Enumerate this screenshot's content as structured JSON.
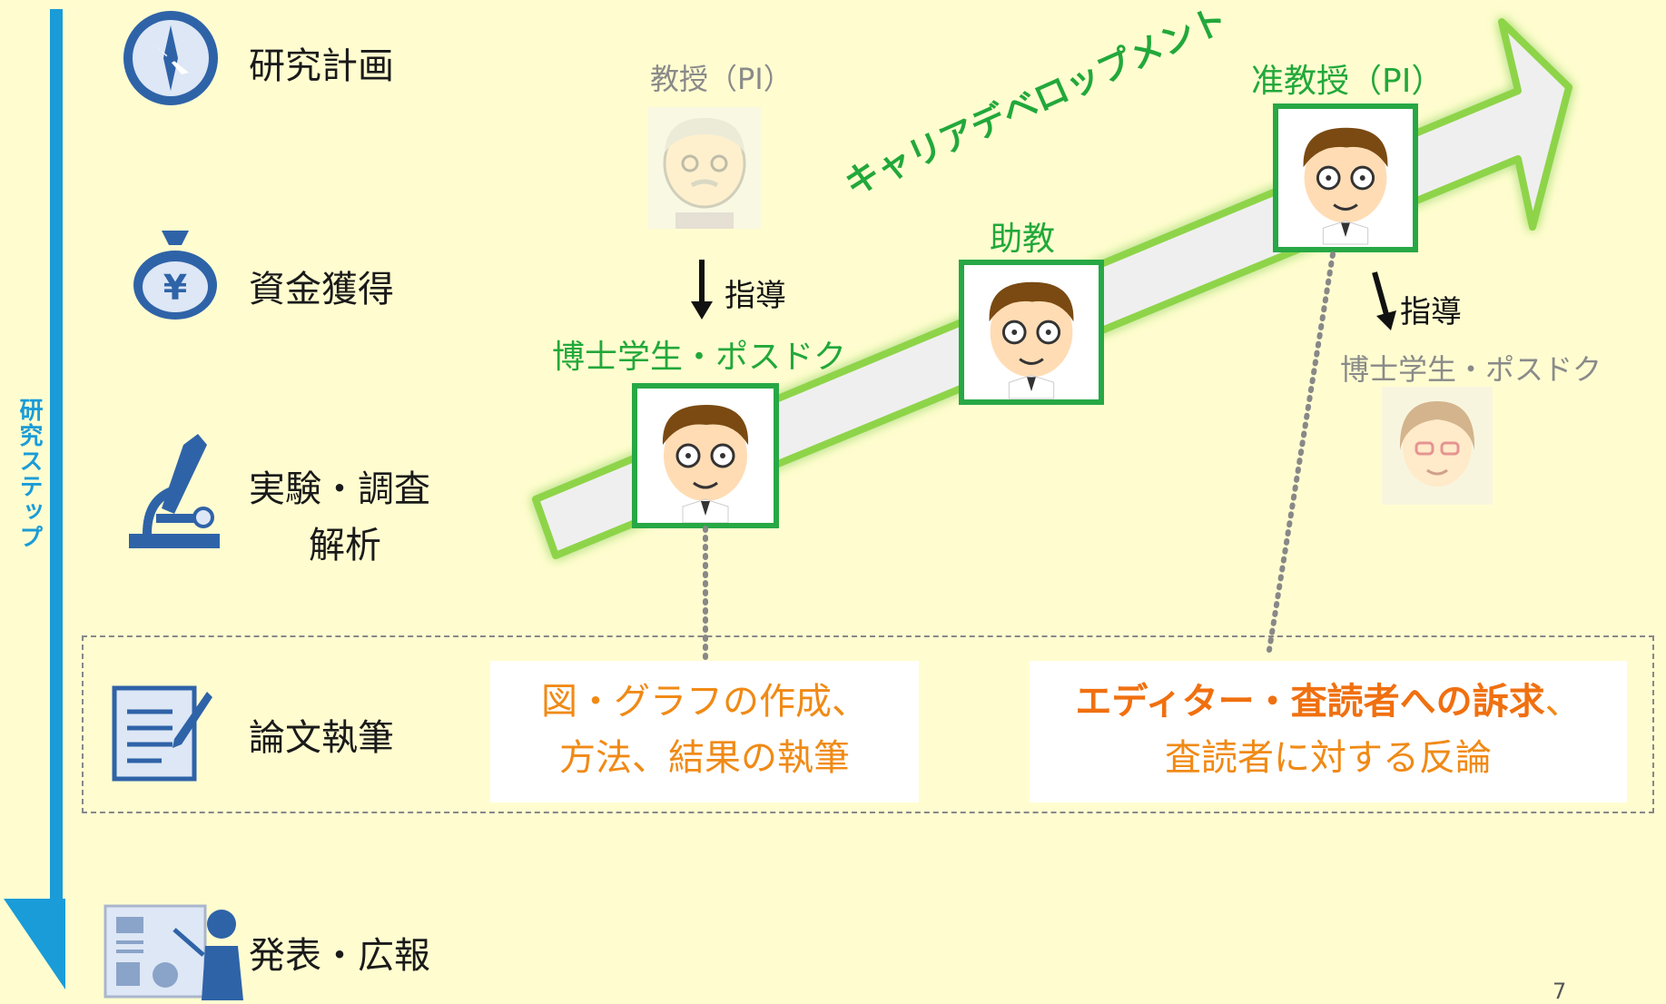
{
  "vertical_axis": {
    "label": "研究ステップ"
  },
  "steps": [
    {
      "label": "研究計画",
      "icon": "compass-icon"
    },
    {
      "label": "資金獲得",
      "icon": "money-bag-icon"
    },
    {
      "label": "実験・調査",
      "label2": "解析",
      "icon": "microscope-icon"
    },
    {
      "label": "論文執筆",
      "icon": "document-icon"
    },
    {
      "label": "発表・広報",
      "icon": "presentation-icon"
    }
  ],
  "career_arrow": {
    "label": "キャリアデベロップメント"
  },
  "roles": {
    "professor": "教授（PI）",
    "assistant_professor": "助教",
    "associate_professor": "准教授（PI）",
    "phd_postdoc": "博士学生・ポスドク",
    "phd_postdoc_next": "博士学生・ポスドク"
  },
  "guidance": {
    "left": "指導",
    "right": "指導"
  },
  "writing_boxes": {
    "left_line1": "図・グラフの作成、",
    "left_line2": "方法、結果の執筆",
    "right_line1_bold": "エディター・査読者への訴求",
    "right_line1_tail": "、",
    "right_line2": "査読者に対する反論"
  },
  "page_number": "7",
  "colors": {
    "accent_blue": "#1a9cd8",
    "career_green": "#22a83a",
    "box_orange": "#f08a16",
    "background": "#fffdd0"
  }
}
